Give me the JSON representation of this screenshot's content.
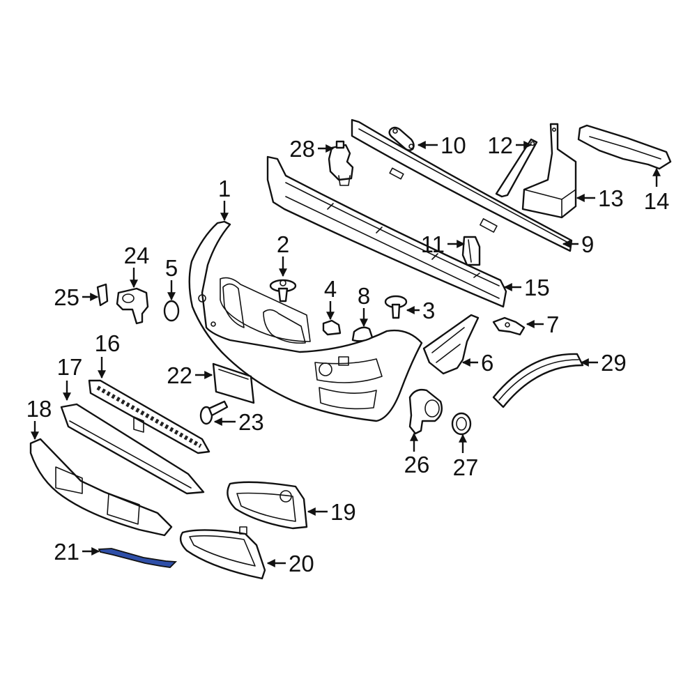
{
  "diagram": {
    "highlight_color": "#2f4fa8",
    "highlighted_part": "21",
    "callouts": [
      {
        "id": "c1",
        "label": "1"
      },
      {
        "id": "c2",
        "label": "2"
      },
      {
        "id": "c3",
        "label": "3"
      },
      {
        "id": "c4",
        "label": "4"
      },
      {
        "id": "c5",
        "label": "5"
      },
      {
        "id": "c6",
        "label": "6"
      },
      {
        "id": "c7",
        "label": "7"
      },
      {
        "id": "c8",
        "label": "8"
      },
      {
        "id": "c9",
        "label": "9"
      },
      {
        "id": "c10",
        "label": "10"
      },
      {
        "id": "c11",
        "label": "11"
      },
      {
        "id": "c12",
        "label": "12"
      },
      {
        "id": "c13",
        "label": "13"
      },
      {
        "id": "c14",
        "label": "14"
      },
      {
        "id": "c15",
        "label": "15"
      },
      {
        "id": "c16",
        "label": "16"
      },
      {
        "id": "c17",
        "label": "17"
      },
      {
        "id": "c18",
        "label": "18"
      },
      {
        "id": "c19",
        "label": "19"
      },
      {
        "id": "c20",
        "label": "20"
      },
      {
        "id": "c21",
        "label": "21"
      },
      {
        "id": "c22",
        "label": "22"
      },
      {
        "id": "c23",
        "label": "23"
      },
      {
        "id": "c24",
        "label": "24"
      },
      {
        "id": "c25",
        "label": "25"
      },
      {
        "id": "c26",
        "label": "26"
      },
      {
        "id": "c27",
        "label": "27"
      },
      {
        "id": "c28",
        "label": "28"
      },
      {
        "id": "c29",
        "label": "29"
      }
    ]
  }
}
